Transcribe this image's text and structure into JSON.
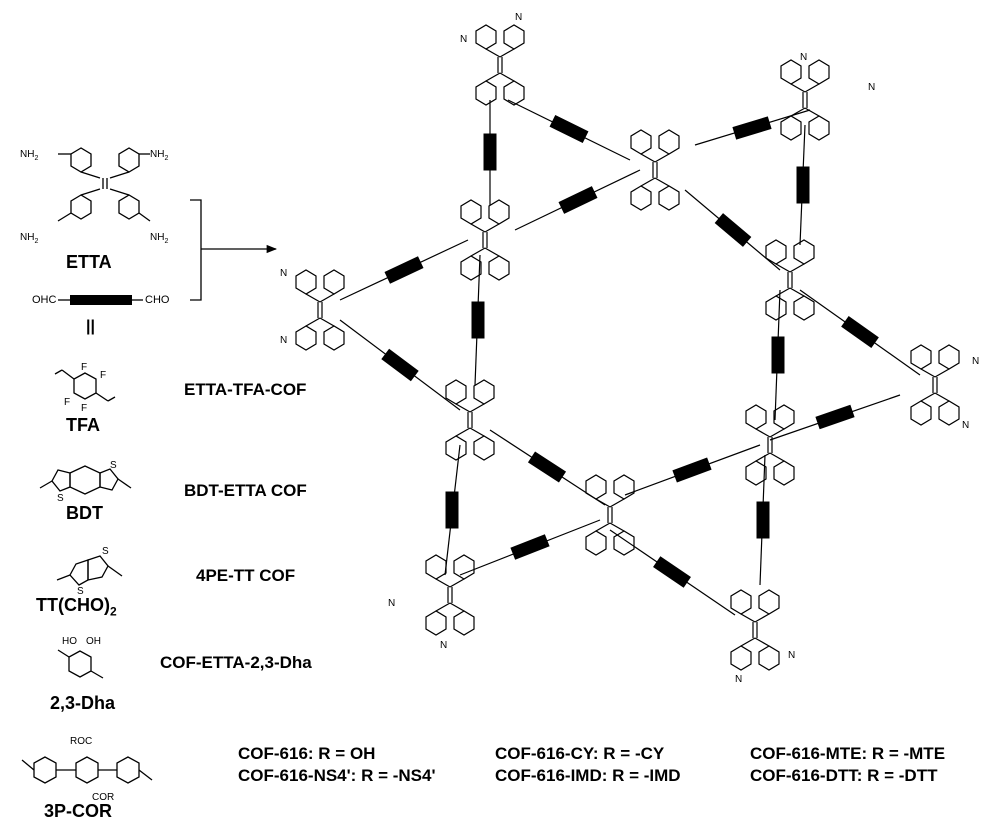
{
  "monomers": {
    "etta": {
      "name": "ETTA",
      "substituent": "NH",
      "sub_index": "2"
    },
    "dialdehyde": {
      "left_group": "OHC",
      "right_group": "CHO"
    },
    "equals_symbol": "||",
    "tfa": {
      "name": "TFA",
      "fluorine": "F",
      "cof_name": "ETTA-TFA-COF"
    },
    "bdt": {
      "name": "BDT",
      "sulfur": "S",
      "cof_name": "BDT-ETTA COF"
    },
    "tt": {
      "name_main": "TT(CHO)",
      "name_sub": "2",
      "sulfur": "S",
      "cof_name": "4PE-TT COF"
    },
    "dha": {
      "name": "2,3-Dha",
      "hydroxyl": "HO",
      "hydroxyl2": "OH",
      "cof_name": "COF-ETTA-2,3-Dha"
    },
    "p3cor": {
      "name": "3P-COR",
      "group_top": "ROC",
      "group_bottom": "COR"
    }
  },
  "network": {
    "nitrogen": "N"
  },
  "cof616_variants": [
    "COF-616: R = OH",
    "COF-616-NS4': R = -NS4'",
    "COF-616-CY: R = -CY",
    "COF-616-IMD: R = -IMD",
    "COF-616-MTE: R = -MTE",
    "COF-616-DTT: R = -DTT"
  ]
}
